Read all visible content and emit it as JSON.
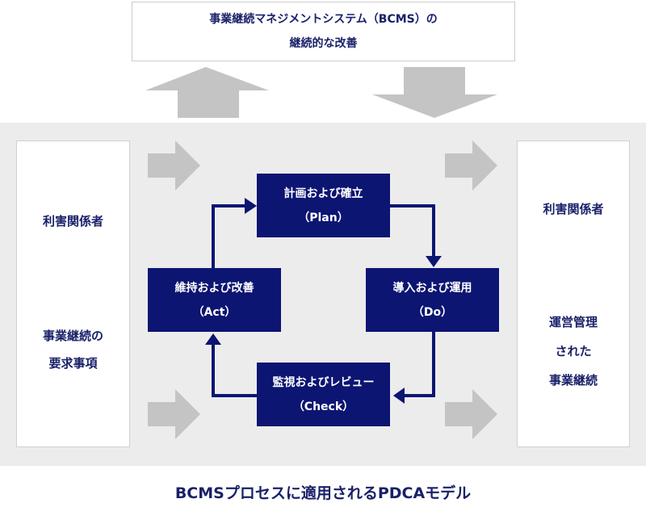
{
  "top_box": {
    "line1": "事業継続マネジメントシステム（BCMS）の",
    "line2": "継続的な改善"
  },
  "left_panel": {
    "label1": "利害関係者",
    "label2_line1": "事業継続の",
    "label2_line2": "要求事項"
  },
  "right_panel": {
    "label1": "利害関係者",
    "label2_line1": "運営管理",
    "label2_line2": "された",
    "label2_line3": "事業継続"
  },
  "nodes": {
    "plan": {
      "line1": "計画および確立",
      "line2": "（Plan）"
    },
    "do": {
      "line1": "導入および運用",
      "line2": "（Do）"
    },
    "check": {
      "line1": "監視およびレビュー",
      "line2": "（Check）"
    },
    "act": {
      "line1": "維持および改善",
      "line2": "（Act）"
    }
  },
  "caption": "BCMSプロセスに適用されるPDCAモデル",
  "colors": {
    "navy": "#0c1572",
    "text_navy": "#1a2169",
    "band_gray": "#ececec",
    "arrow_gray": "#c4c4c4"
  }
}
